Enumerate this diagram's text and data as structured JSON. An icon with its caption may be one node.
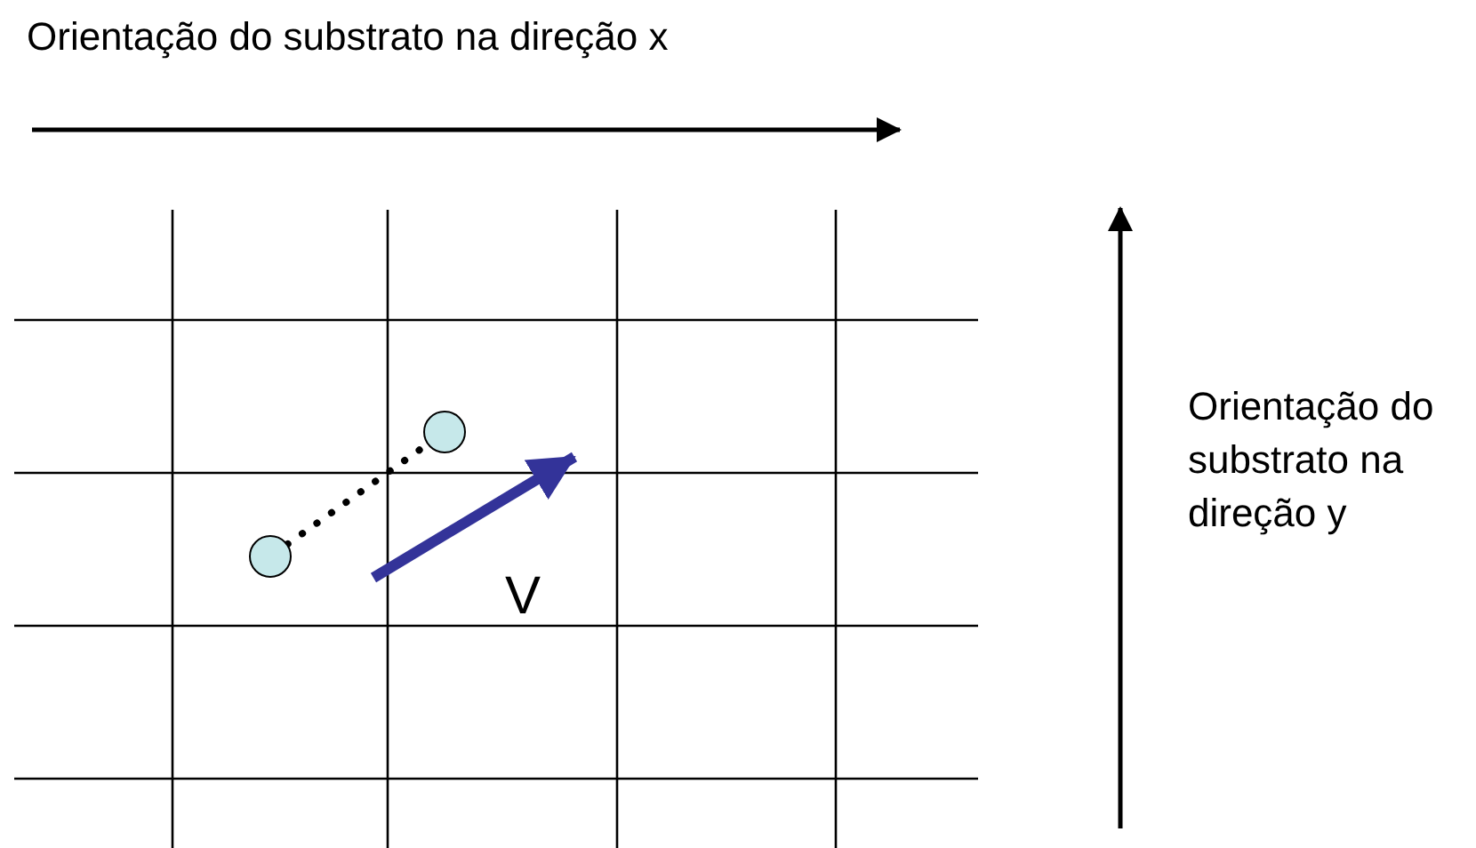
{
  "diagram": {
    "nodes": [
      {
        "text": [],
        "shape": "circle"
      },
      {
        "text": [],
        "shape": "circle"
      }
    ],
    "edges": [
      {
        "from": 0,
        "to": 1,
        "arrow": "none",
        "style": "dashed"
      }
    ],
    "labels": [
      "Orientação do substrato na direção x",
      "V",
      "Orientação do substrato na direção y"
    ]
  }
}
